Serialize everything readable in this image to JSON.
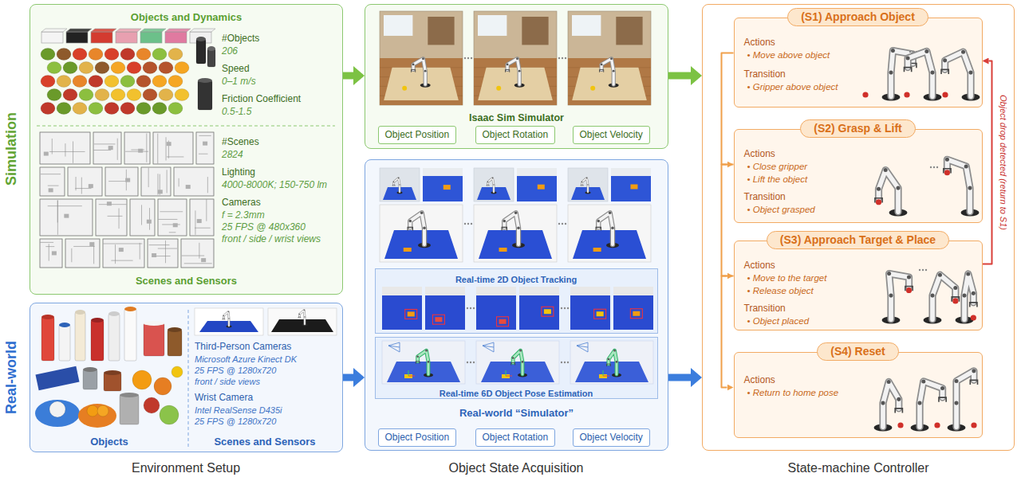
{
  "diagram": {
    "nodes": [
      {
        "text": [
          "Objects and Dynamics",
          "#Objects",
          "206",
          "Speed",
          "0–1 m/s",
          "Friction Coefficient",
          "0.5-1.5",
          "#Scenes",
          "2824",
          "Lighting",
          "4000-8000K; 150-750 lm",
          "Cameras",
          "f = 2.3mm",
          "25 FPS @ 480x360",
          "front / side / wrist views",
          "Scenes and Sensors"
        ]
      },
      {
        "text": [
          "Objects",
          "Third-Person Cameras",
          "Microsoft Azure Kinect DK",
          "25 FPS @ 1280x720",
          "front / side views",
          "Wrist Camera",
          "Intel RealSense D435i",
          "25 FPS @ 1280x720",
          "Scenes and Sensors"
        ]
      },
      {
        "text": [
          "Isaac Sim Simulator"
        ]
      },
      {
        "text": [
          "Object Position"
        ],
        "in": 2
      },
      {
        "text": [
          "Object Rotation"
        ],
        "in": 2
      },
      {
        "text": [
          "Object Velocity"
        ],
        "in": 2
      },
      {
        "text": [
          "Real-world “Simulator”"
        ]
      },
      {
        "text": [
          "Real-time 2D Object Tracking"
        ],
        "in": 6
      },
      {
        "text": [
          "Real-time 6D Object Pose Estimation"
        ],
        "in": 6
      },
      {
        "text": [
          "Object Position"
        ],
        "in": 6
      },
      {
        "text": [
          "Object Rotation"
        ],
        "in": 6
      },
      {
        "text": [
          "Object Velocity"
        ],
        "in": 6
      },
      {
        "text": [
          "State-machine Controller"
        ]
      },
      {
        "text": [
          "(S1) Approach Object",
          "Actions",
          "• Move above object",
          "Transition",
          "• Gripper above object"
        ],
        "in": 12
      },
      {
        "text": [
          "(S2) Grasp & Lift",
          "Actions",
          "• Close gripper",
          "• Lift the object",
          "Transition",
          "• Object grasped"
        ],
        "in": 12
      },
      {
        "text": [
          "(S3) Approach Target & Place",
          "Actions",
          "• Move to the target",
          "• Release object",
          "Transition",
          "• Object placed"
        ],
        "in": 12
      },
      {
        "text": [
          "(S4) Reset",
          "Actions",
          "• Return to home pose"
        ],
        "in": 12
      }
    ],
    "edges": [
      {
        "from": 0,
        "to": 2,
        "arrow": "to"
      },
      {
        "from": 2,
        "to": 12,
        "arrow": "to"
      },
      {
        "from": 1,
        "to": 6,
        "arrow": "to"
      },
      {
        "from": 6,
        "to": 12,
        "arrow": "to"
      },
      {
        "from": 13,
        "to": 14,
        "arrow": "to"
      },
      {
        "from": 14,
        "to": 15,
        "arrow": "to"
      },
      {
        "from": 15,
        "to": 16,
        "arrow": "to"
      },
      {
        "from": 15,
        "to": 13,
        "arrow": "to",
        "label": "Object drop detected (return to S1)"
      }
    ],
    "labels": [
      "Simulation",
      "Real-world",
      "Environment Setup",
      "Object State Acquisition"
    ]
  }
}
